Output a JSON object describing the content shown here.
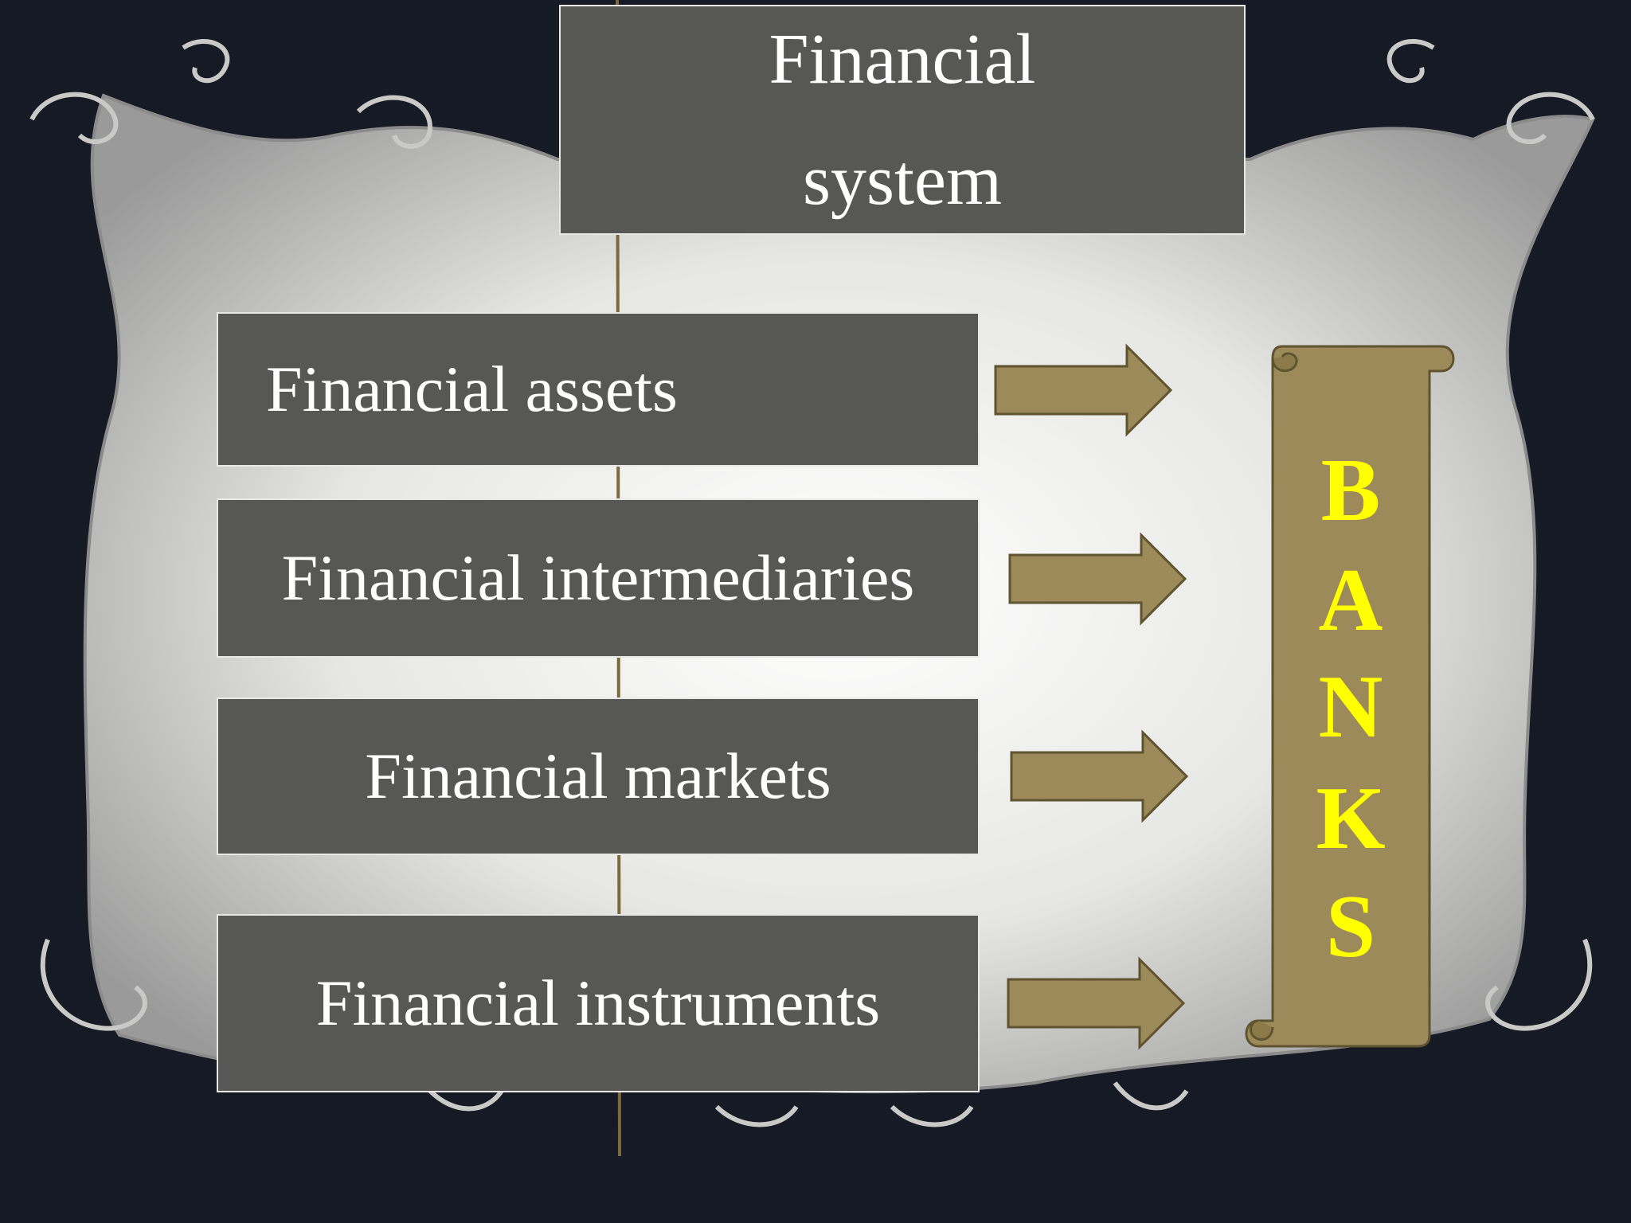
{
  "colors": {
    "background": "#151a24",
    "panel": "#ececea",
    "box_fill": "#575755",
    "box_border": "#e8e8e6",
    "box_text": "#ffffff",
    "arrow_fill": "#9c8a5a",
    "arrow_stroke": "#5f5330",
    "scroll_fill": "#9c8a5a",
    "banks_text": "#ffff00"
  },
  "title": {
    "line1": "Financial",
    "line2": "system"
  },
  "components": [
    {
      "label": "Financial assets"
    },
    {
      "label": "Financial intermediaries"
    },
    {
      "label": "Financial markets"
    },
    {
      "label": "Financial instruments"
    }
  ],
  "banks": {
    "letters": [
      "B",
      "A",
      "N",
      "K",
      "S"
    ]
  }
}
